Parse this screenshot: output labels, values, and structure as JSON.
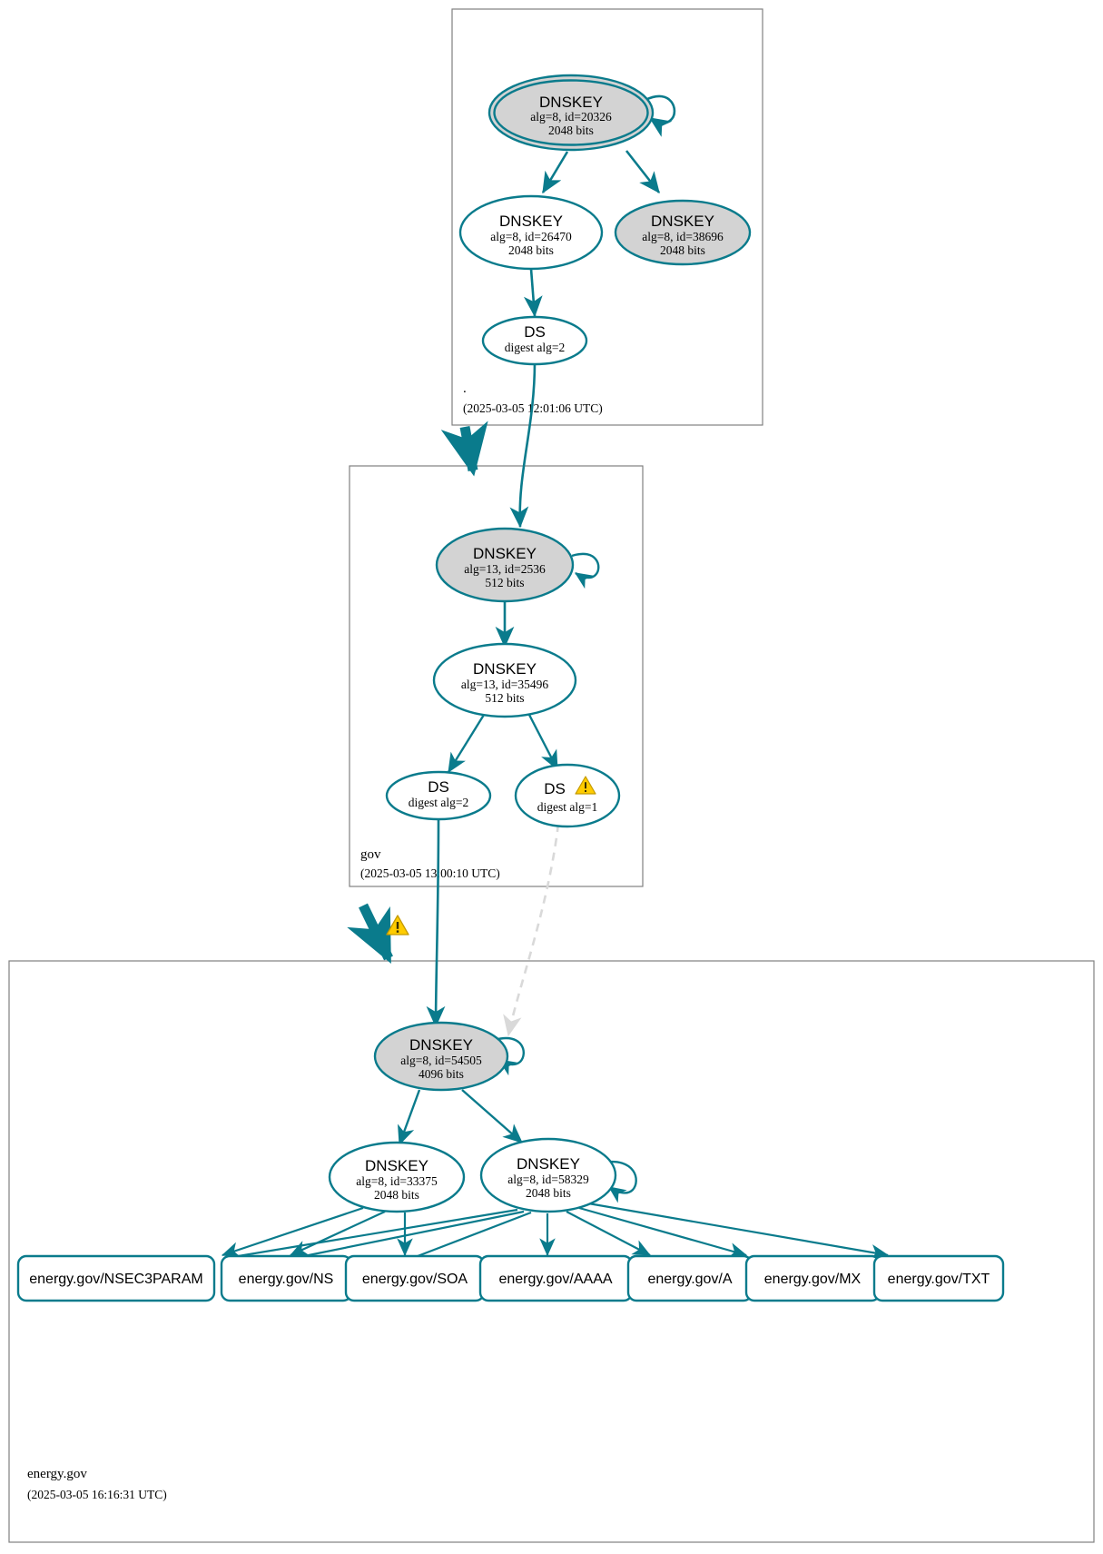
{
  "diagram": {
    "type": "dnssec-authentication-chain",
    "colors": {
      "accent": "#0a7b8c",
      "node_fill_secure": "#d3d3d3",
      "node_fill_plain": "#ffffff",
      "zone_border": "#808080",
      "insecure_edge": "#d9d9d9",
      "warning": "#ffcc00",
      "text": "#000000"
    }
  },
  "zones": [
    {
      "id": "root",
      "name": ".",
      "timestamp": "(2025-03-05 12:01:06 UTC)"
    },
    {
      "id": "gov",
      "name": "gov",
      "timestamp": "(2025-03-05 13:00:10 UTC)"
    },
    {
      "id": "energy",
      "name": "energy.gov",
      "timestamp": "(2025-03-05 16:16:31 UTC)"
    }
  ],
  "nodes": {
    "root_ksk": {
      "title": "DNSKEY",
      "params": "alg=8, id=20326",
      "size": "2048 bits"
    },
    "root_zsk": {
      "title": "DNSKEY",
      "params": "alg=8, id=26470",
      "size": "2048 bits"
    },
    "root_key3": {
      "title": "DNSKEY",
      "params": "alg=8, id=38696",
      "size": "2048 bits"
    },
    "root_ds": {
      "title": "DS",
      "params": "digest alg=2"
    },
    "gov_ksk": {
      "title": "DNSKEY",
      "params": "alg=13, id=2536",
      "size": "512 bits"
    },
    "gov_zsk": {
      "title": "DNSKEY",
      "params": "alg=13, id=35496",
      "size": "512 bits"
    },
    "gov_ds2": {
      "title": "DS",
      "params": "digest alg=2"
    },
    "gov_ds1": {
      "title": "DS",
      "params": "digest alg=1",
      "warning": true
    },
    "energy_ksk": {
      "title": "DNSKEY",
      "params": "alg=8, id=54505",
      "size": "4096 bits"
    },
    "energy_zsk1": {
      "title": "DNSKEY",
      "params": "alg=8, id=33375",
      "size": "2048 bits"
    },
    "energy_zsk2": {
      "title": "DNSKEY",
      "params": "alg=8, id=58329",
      "size": "2048 bits"
    }
  },
  "rrsets": [
    {
      "id": "nsec3param",
      "label": "energy.gov/NSEC3PARAM"
    },
    {
      "id": "ns",
      "label": "energy.gov/NS"
    },
    {
      "id": "soa",
      "label": "energy.gov/SOA"
    },
    {
      "id": "aaaa",
      "label": "energy.gov/AAAA"
    },
    {
      "id": "a",
      "label": "energy.gov/A"
    },
    {
      "id": "mx",
      "label": "energy.gov/MX"
    },
    {
      "id": "txt",
      "label": "energy.gov/TXT"
    }
  ],
  "warnings": {
    "ds_digest_alg1": "!",
    "delegation_gov_to_energy": "!"
  }
}
